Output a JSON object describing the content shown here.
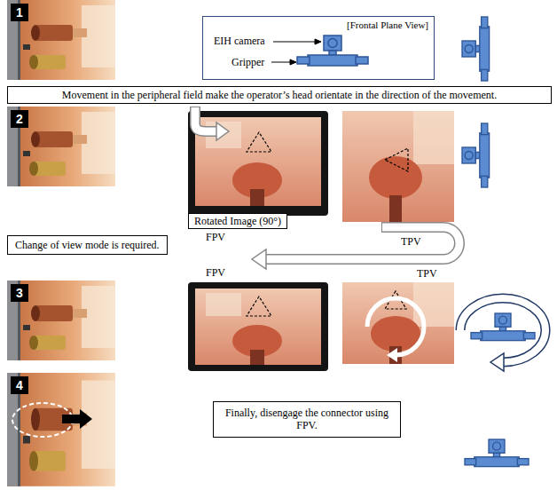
{
  "diagram": {
    "nodes": [
      {
        "text": [
          "[Frontal Plane View]",
          "EIH camera",
          "Gripper"
        ]
      },
      {
        "text": [
          "Movement in the peripheral field make the operator’s head orientate in the direction of the movement."
        ]
      },
      {
        "text": [
          "Rotated Image (90°)"
        ]
      },
      {
        "text": [
          "Change of view mode is required."
        ]
      },
      {
        "text": [
          "Finally, disengage the connector using FPV."
        ]
      }
    ],
    "labels": [
      "1",
      "2",
      "FPV",
      "TPV",
      "3",
      "FPV",
      "TPV",
      "4"
    ]
  }
}
